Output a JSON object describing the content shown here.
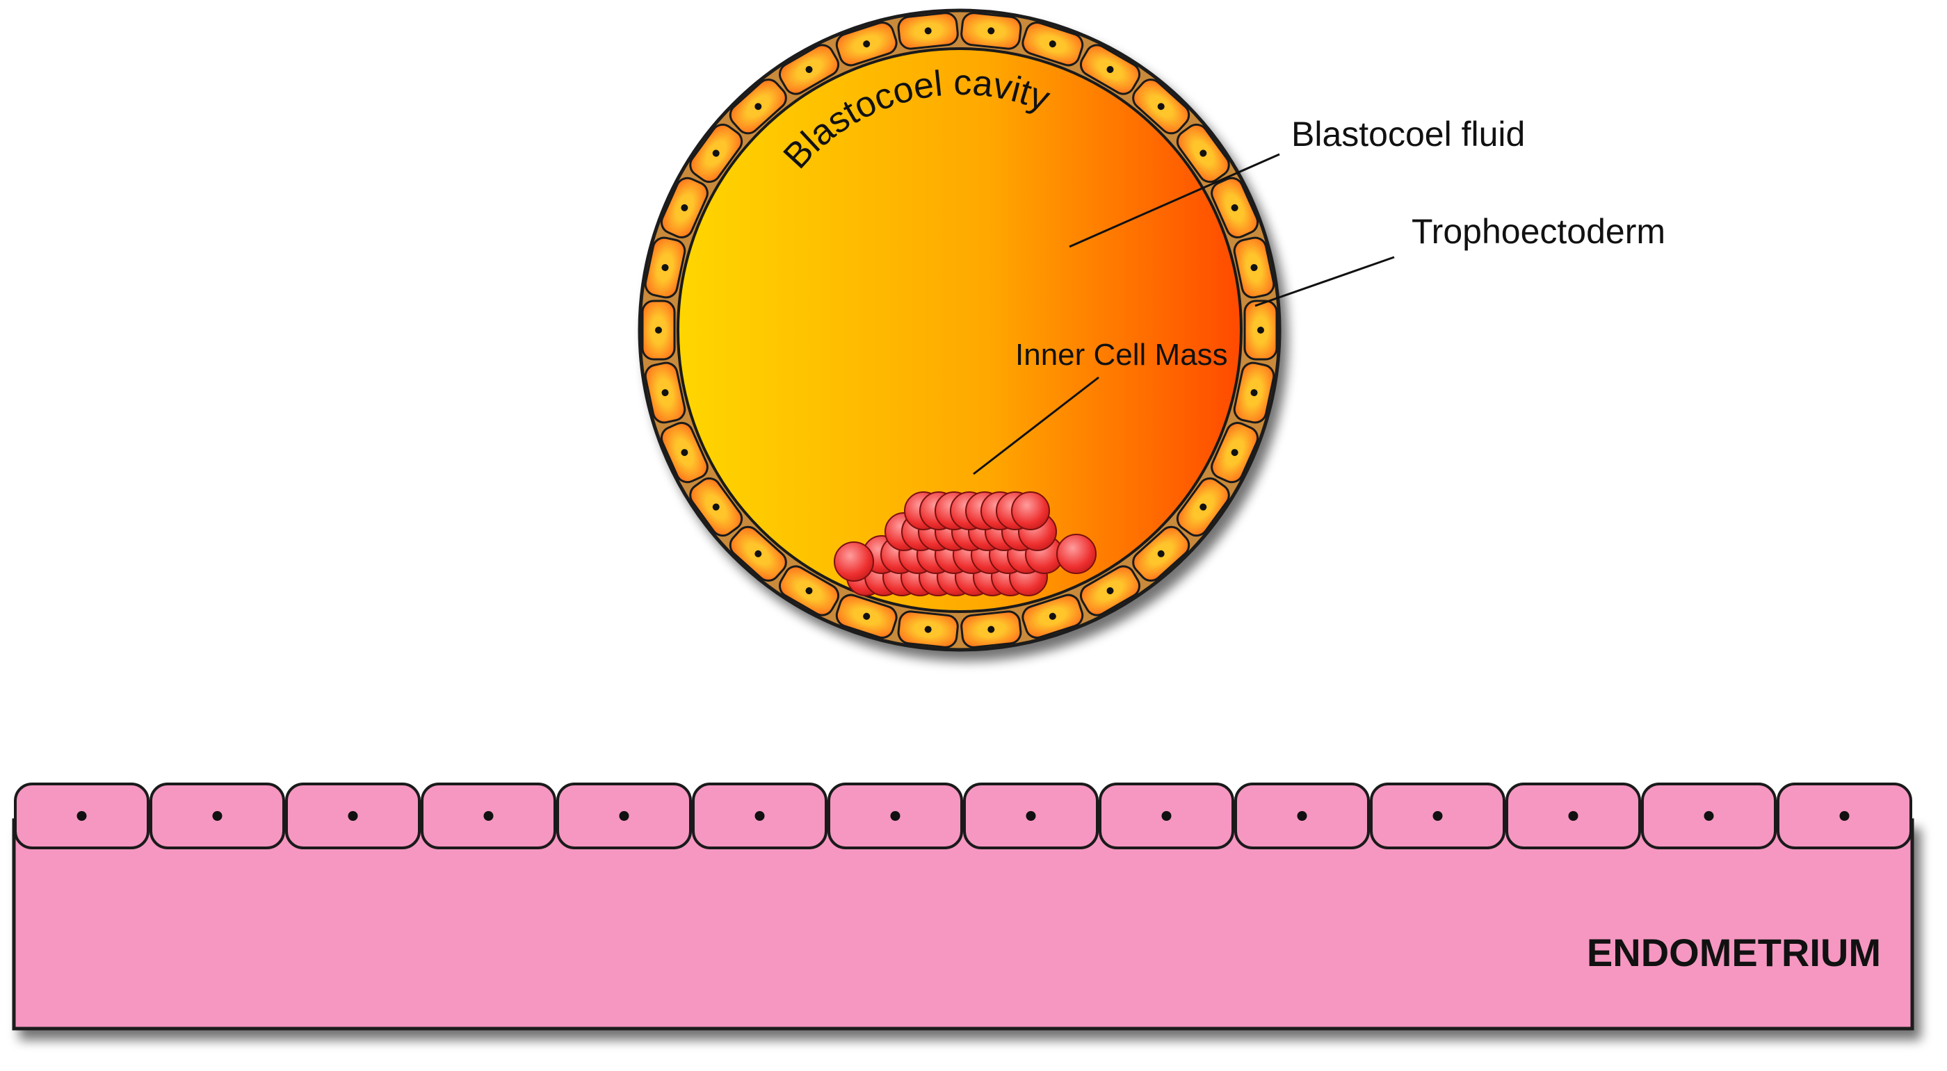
{
  "labels": {
    "cavity": "Blastocoel cavity",
    "fluid": "Blastocoel fluid",
    "trophoectoderm": "Trophoectoderm",
    "inner_cell_mass": "Inner Cell Mass",
    "endometrium": "ENDOMETRIUM"
  },
  "colors": {
    "background": "#ffffff",
    "cavity_gradient_start": "#ffd600",
    "cavity_gradient_mid": "#ffa800",
    "cavity_gradient_end": "#ff4a00",
    "trophoectoderm_cell": "#ffc52b",
    "trophoectoderm_cell_edge": "#ff6a1a",
    "icm_cell": "#ee2f2f",
    "icm_cell_highlight": "#ff9d9d",
    "endometrium": "#f597c1",
    "outline": "#1a1a1a",
    "nucleus": "#111111"
  }
}
